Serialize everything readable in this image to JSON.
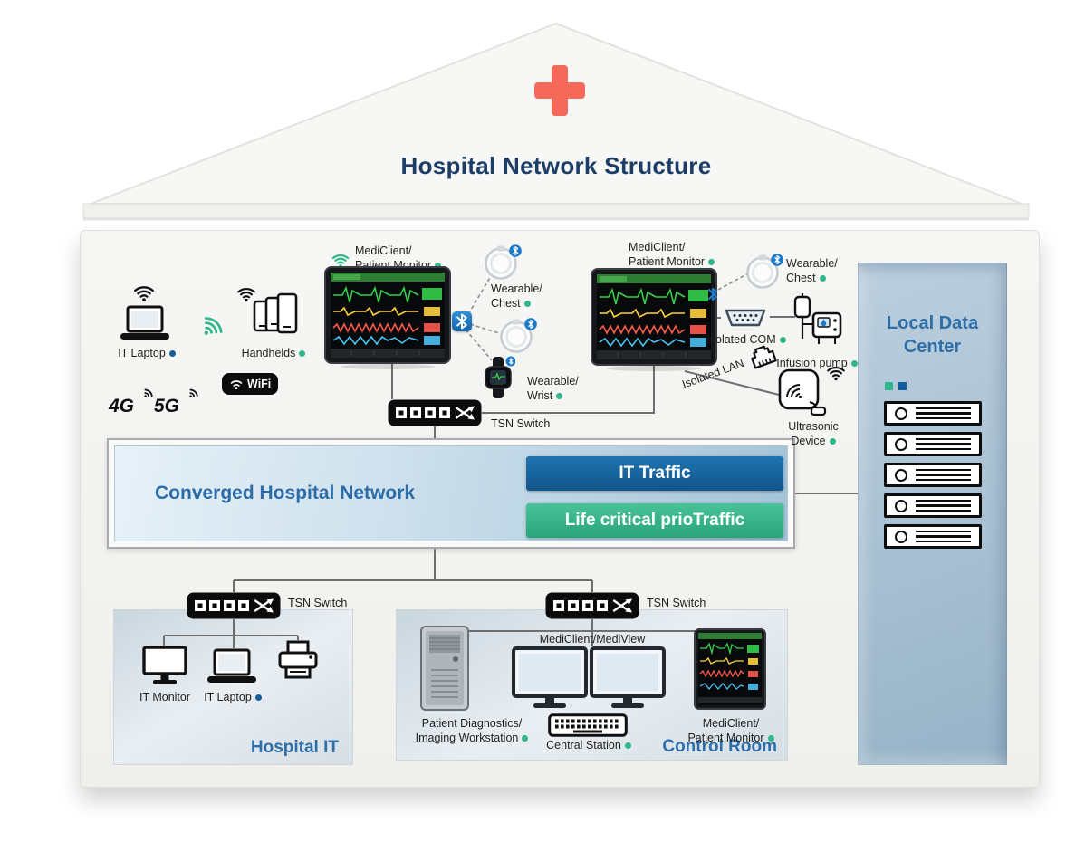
{
  "header": {
    "title": "Hospital Network Structure"
  },
  "colors": {
    "accent_blue": "#2d6da8",
    "title_navy": "#1c3e66",
    "cross_red": "#f4695a",
    "it_traffic_blue": "#125689",
    "prio_green": "#3ab88d",
    "dot_teal": "#2fb68a",
    "dot_navy": "#135c9e"
  },
  "wireless": {
    "wifi_badge": "WiFi",
    "cell_4g": "4G",
    "cell_5g": "5G"
  },
  "devices": {
    "it_laptop": "IT Laptop",
    "handhelds": "Handhelds",
    "monitor_left_line1": "MediClient/",
    "monitor_left_line2": "Patient Monitor",
    "wearable_chest_line1": "Wearable/",
    "wearable_chest_line2": "Chest",
    "wearable_wrist_line1": "Wearable/",
    "wearable_wrist_line2": "Wrist",
    "monitor_right_line1": "MediClient/",
    "monitor_right_line2": "Patient Monitor",
    "wearable_chest_right_line1": "Wearable/",
    "wearable_chest_right_line2": "Chest",
    "isolated_com": "Isolated COM",
    "infusion_pump": "Infusion pump",
    "isolated_lan": "Isolated LAN",
    "ultrasonic_line1": "Ultrasonic",
    "ultrasonic_line2": "Device",
    "tsn_switch_top": "TSN Switch"
  },
  "network_bar": {
    "label": "Converged Hospital Network",
    "it_traffic": "IT Traffic",
    "prio_traffic": "Life critical prioTraffic"
  },
  "data_center": {
    "title_line1": "Local Data",
    "title_line2": "Center"
  },
  "hospital_it": {
    "tsn_switch": "TSN Switch",
    "it_monitor": "IT Monitor",
    "it_laptop": "IT Laptop",
    "title": "Hospital IT"
  },
  "control_room": {
    "tsn_switch": "TSN Switch",
    "workstation_line1": "Patient Diagnostics/",
    "workstation_line2": "Imaging Workstation",
    "mediview": "MediClient/MediView",
    "central_station": "Central Station",
    "monitor_line1": "MediClient/",
    "monitor_line2": "Patient Monitor",
    "title": "Control Room"
  }
}
